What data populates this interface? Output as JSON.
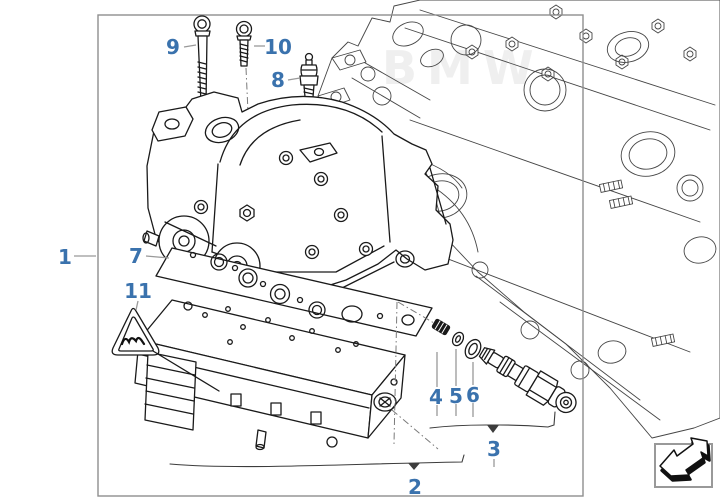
{
  "diagram_title": "exploded-parts-diagram",
  "callouts": [
    {
      "number": "1"
    },
    {
      "number": "2"
    },
    {
      "number": "3"
    },
    {
      "number": "4"
    },
    {
      "number": "5"
    },
    {
      "number": "6"
    },
    {
      "number": "7"
    },
    {
      "number": "8"
    },
    {
      "number": "9"
    },
    {
      "number": "10"
    },
    {
      "number": "11"
    }
  ],
  "watermark": {
    "text": "BMW"
  },
  "footer_icon": {
    "name": "page-flip-arrow"
  },
  "colors": {
    "callout": "#3a72ad",
    "line": "#1a1a1a",
    "background_line": "#454545",
    "frame": "#8f8f8f",
    "page": "#ffffff"
  }
}
